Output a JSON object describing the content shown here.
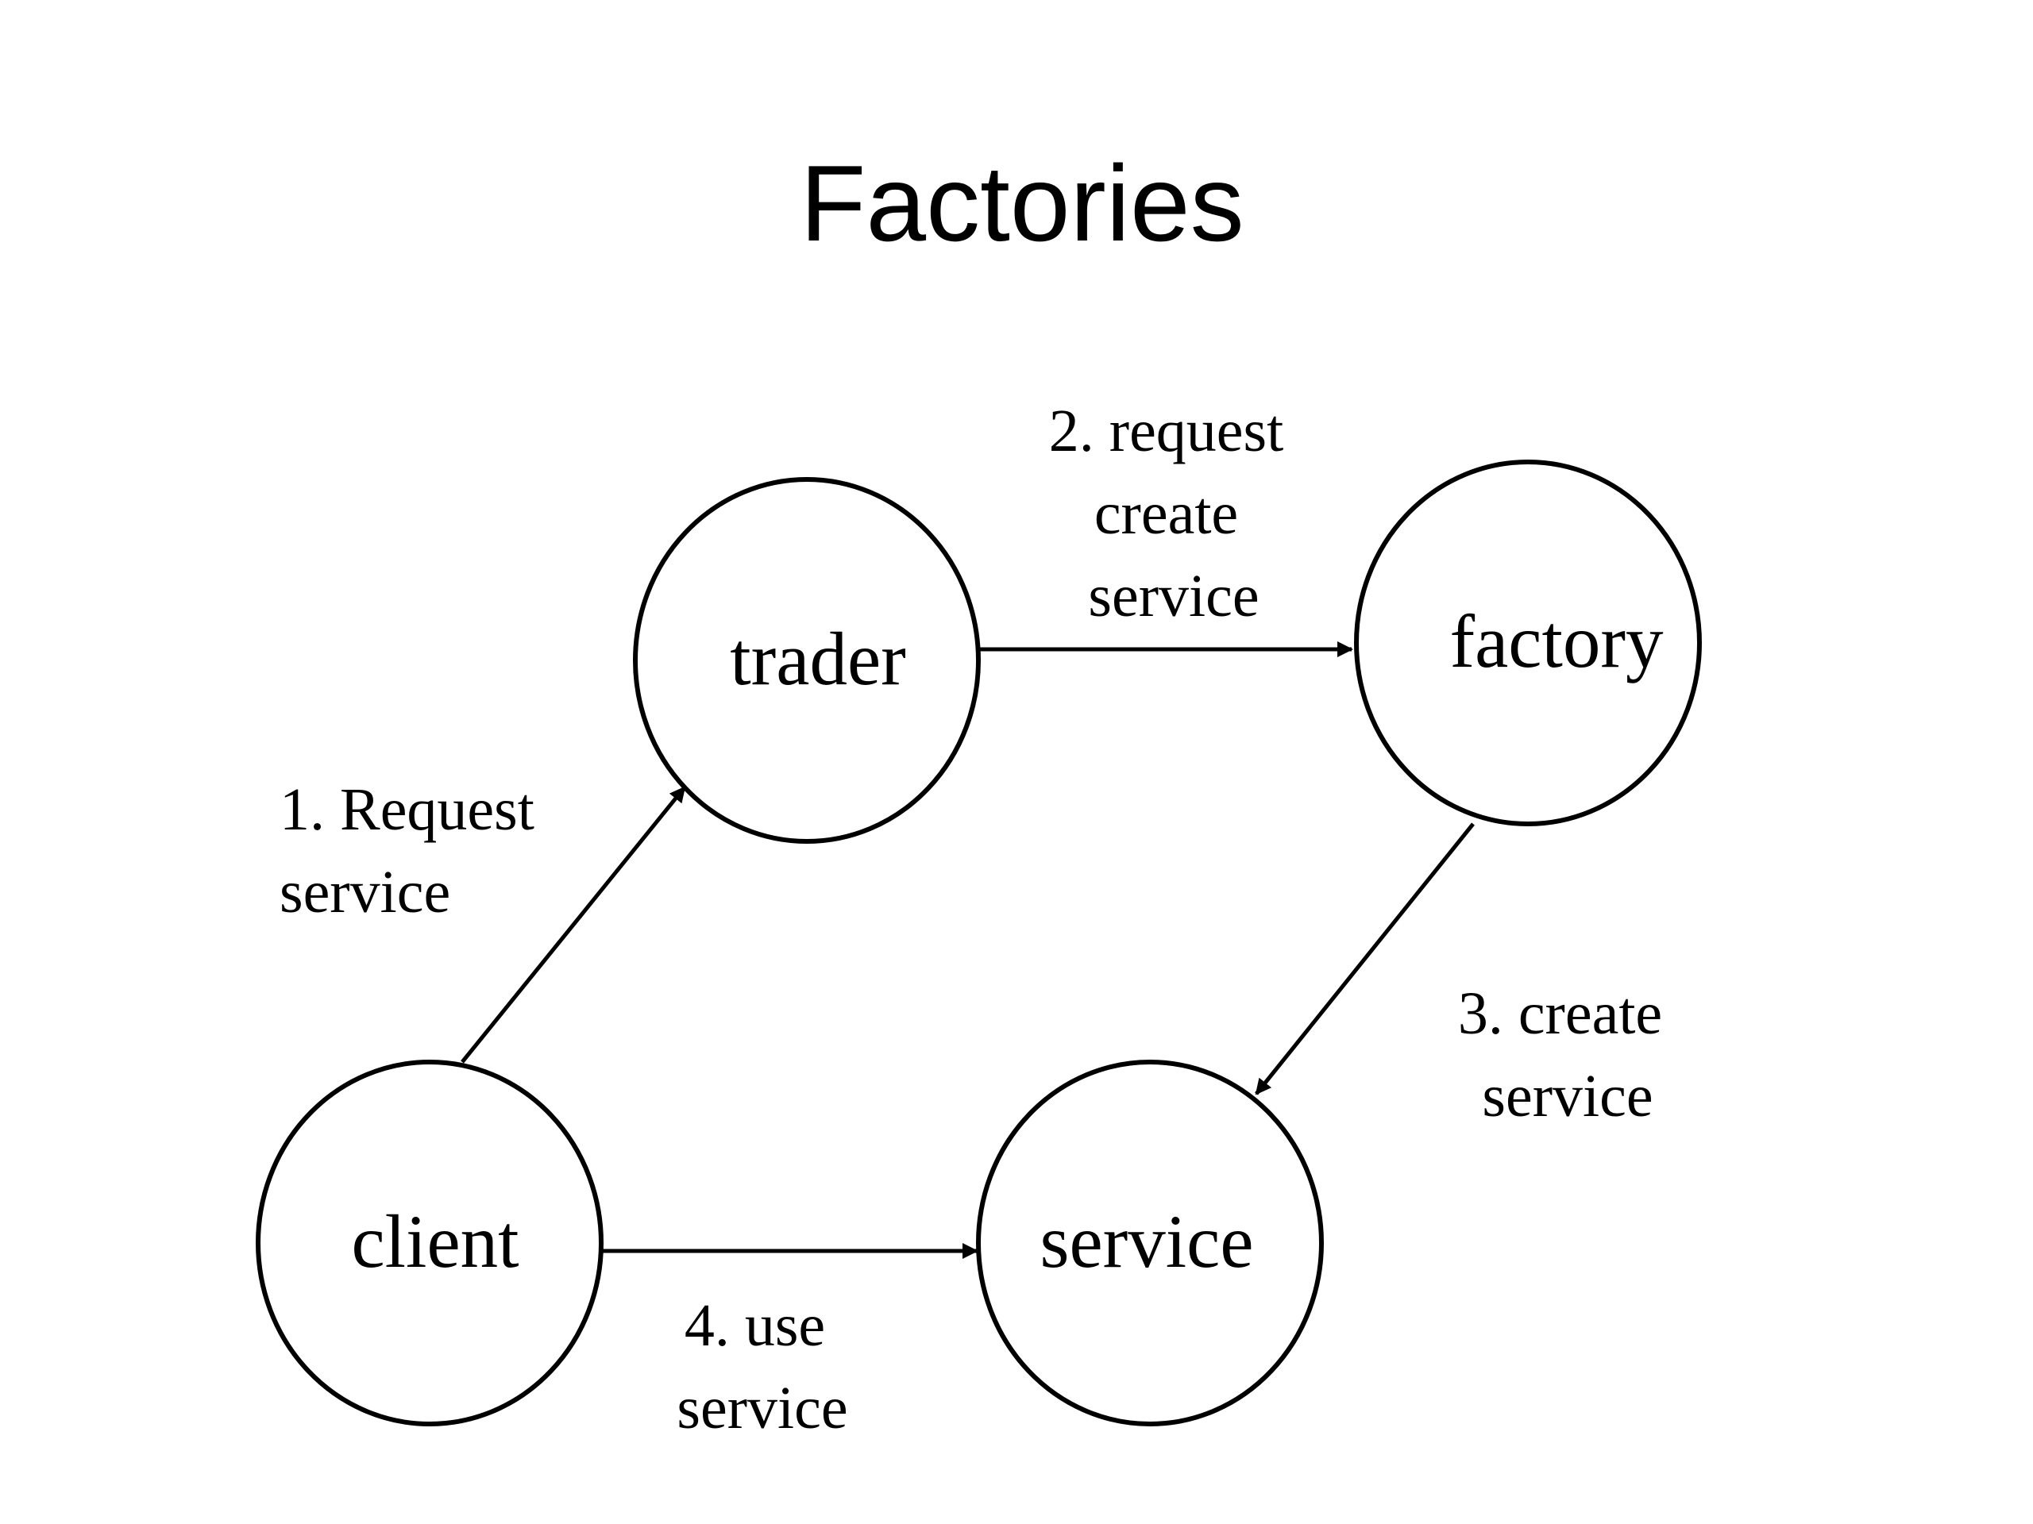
{
  "title": "Factories",
  "nodes": {
    "trader": "trader",
    "factory": "factory",
    "client": "client",
    "service": "service"
  },
  "edges": {
    "request_service": [
      "1. Request",
      "service"
    ],
    "request_create_service": [
      "2. request",
      "create",
      "service"
    ],
    "create_service": [
      "3. create",
      "service"
    ],
    "use_service": [
      "4. use",
      "service"
    ]
  },
  "colors": {
    "stroke": "#000000",
    "background": "#ffffff"
  }
}
